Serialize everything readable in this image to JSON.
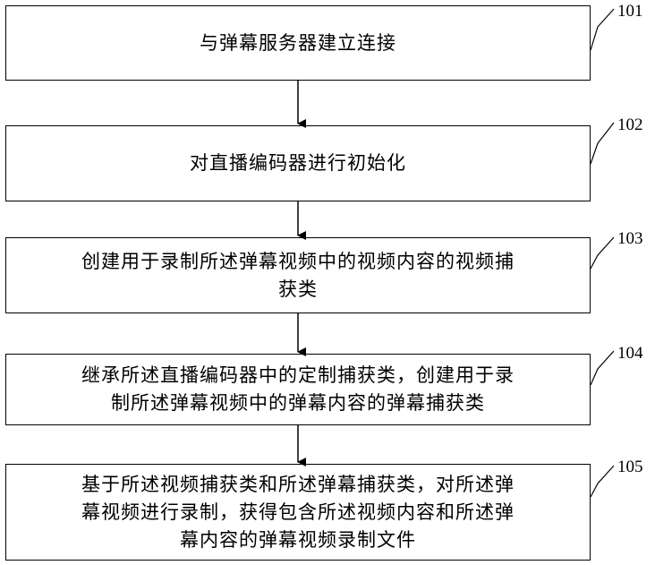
{
  "steps": [
    {
      "id": "101",
      "lines": [
        "与弹幕服务器建立连接"
      ]
    },
    {
      "id": "102",
      "lines": [
        "对直播编码器进行初始化"
      ]
    },
    {
      "id": "103",
      "lines": [
        "创建用于录制所述弹幕视频中的视频内容的视频捕",
        "获类"
      ]
    },
    {
      "id": "104",
      "lines": [
        "继承所述直播编码器中的定制捕获类，创建用于录",
        "制所述弹幕视频中的弹幕内容的弹幕捕获类"
      ]
    },
    {
      "id": "105",
      "lines": [
        "基于所述视频捕获类和所述弹幕捕获类，对所述弹",
        "幕视频进行录制，获得包含所述视频内容和所述弹",
        "幕内容的弹幕视频录制文件"
      ]
    }
  ]
}
